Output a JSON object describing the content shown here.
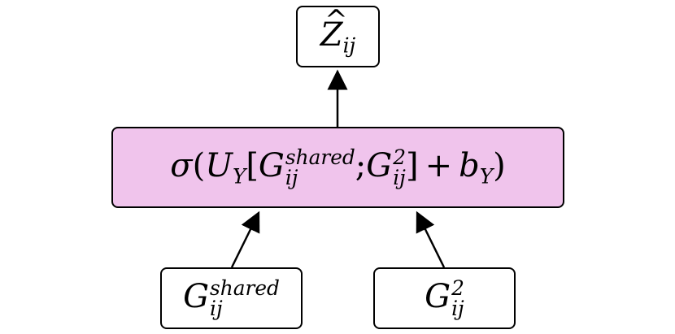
{
  "nodes": {
    "output": {
      "symbol": "Z",
      "subscript": "ij"
    },
    "transform": {
      "sigma": "σ",
      "open_paren": "(",
      "U": "U",
      "U_sub": "Y",
      "open_bracket": "[",
      "G1": "G",
      "G1_sup": "shared",
      "G1_sub": "ij",
      "semicolon": ";",
      "G2": "G",
      "G2_sup": "2",
      "G2_sub": "ij",
      "close_bracket": "]",
      "plus": "+",
      "b": "b",
      "b_sub": "Y",
      "close_paren": ")"
    },
    "input_shared": {
      "symbol": "G",
      "superscript": "shared",
      "subscript": "ij"
    },
    "input_g2": {
      "symbol": "G",
      "superscript": "2",
      "subscript": "ij"
    }
  },
  "colors": {
    "highlight_fill": "#f0c4ec",
    "stroke": "#000000"
  }
}
